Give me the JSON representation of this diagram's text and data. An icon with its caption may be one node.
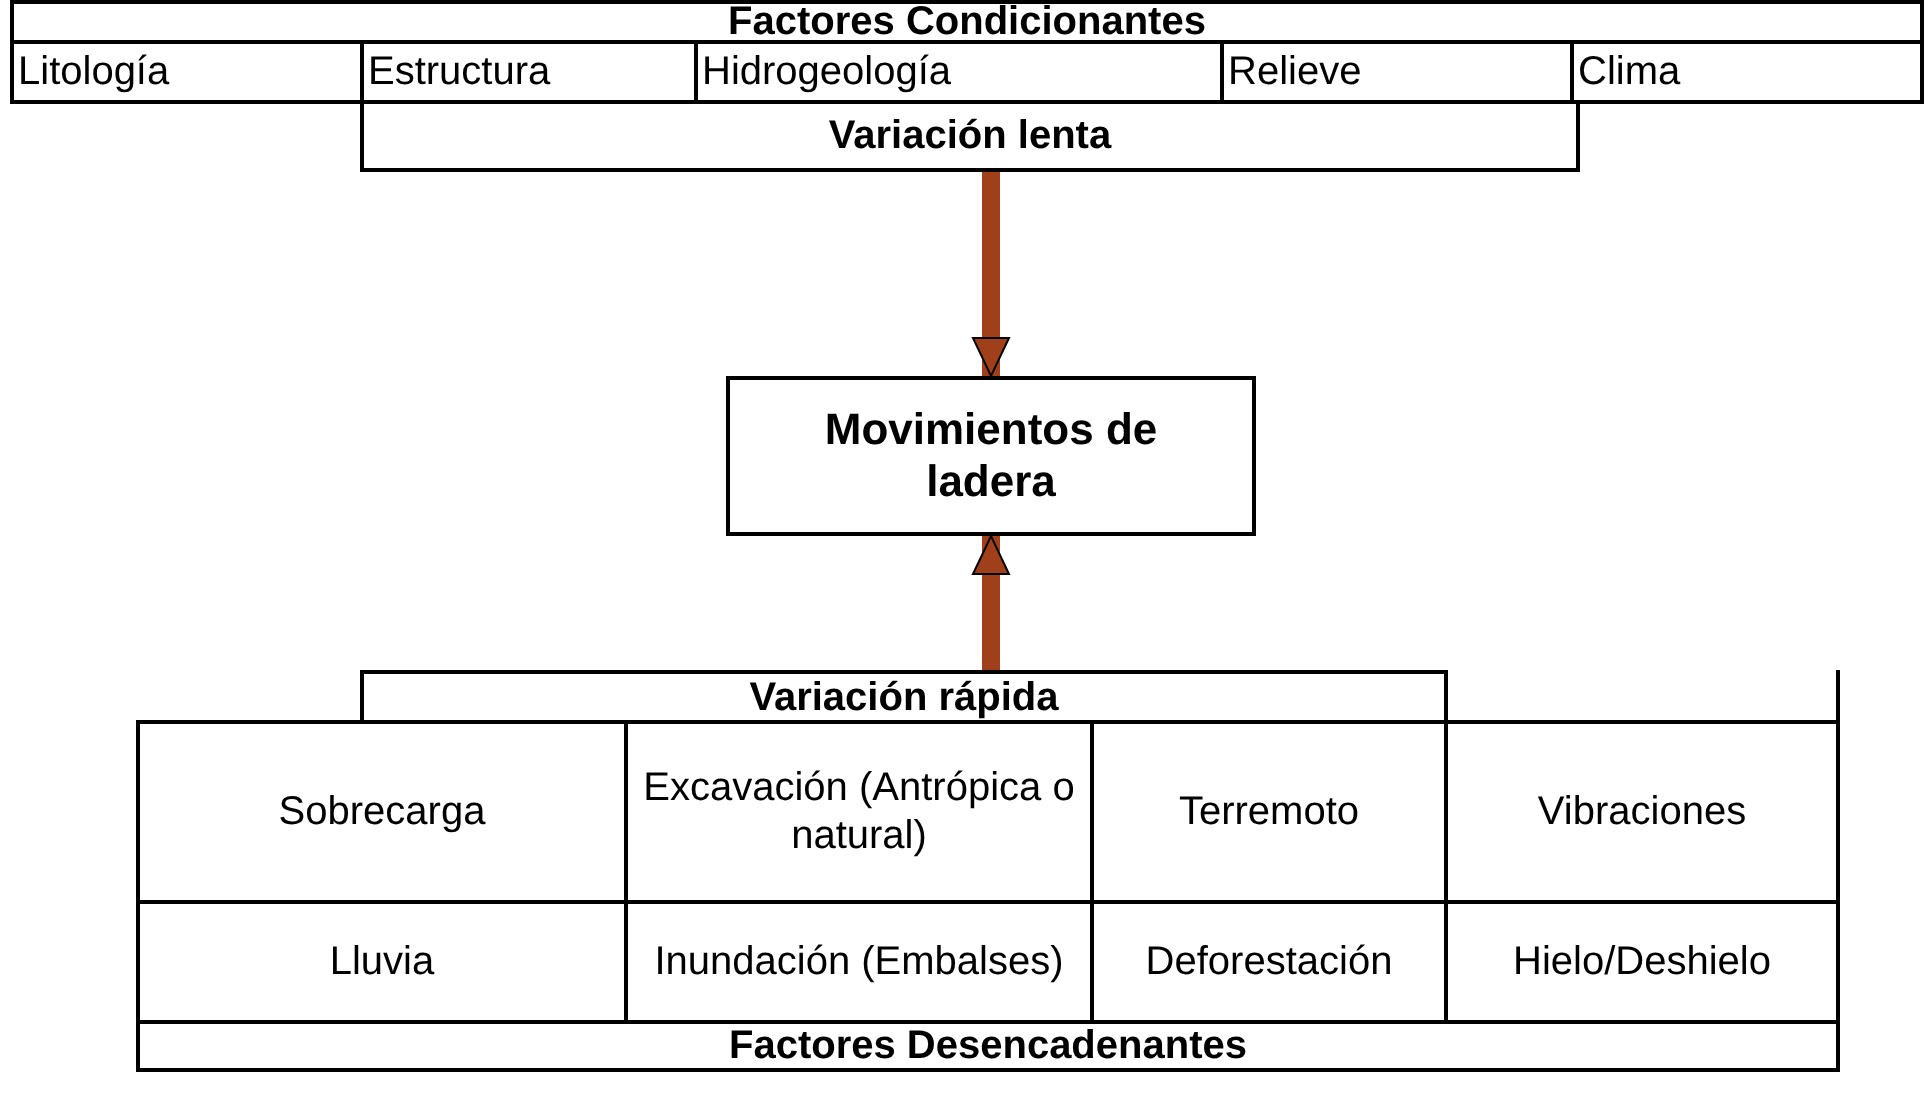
{
  "diagram": {
    "nodes": [
      {
        "text": [
          "Variación lenta"
        ]
      },
      {
        "text": [
          "Movimientos de ladera"
        ]
      },
      {
        "text": [
          "Variación rápida"
        ]
      }
    ],
    "edges": [
      {
        "from": 0,
        "to": 1,
        "arrow": "to"
      },
      {
        "from": 2,
        "to": 1,
        "arrow": "to"
      }
    ],
    "labels": [
      "Factores Condicionantes",
      "Litología",
      "Estructura",
      "Hidrogeología",
      "Relieve",
      "Clima",
      "Sobrecarga",
      "Excavación (Antrópica o natural)",
      "Terremoto",
      "Vibraciones",
      "Lluvia",
      "Inundación (Embalses)",
      "Deforestación",
      "Hielo/Deshielo",
      "Factores Desencadenantes"
    ]
  }
}
